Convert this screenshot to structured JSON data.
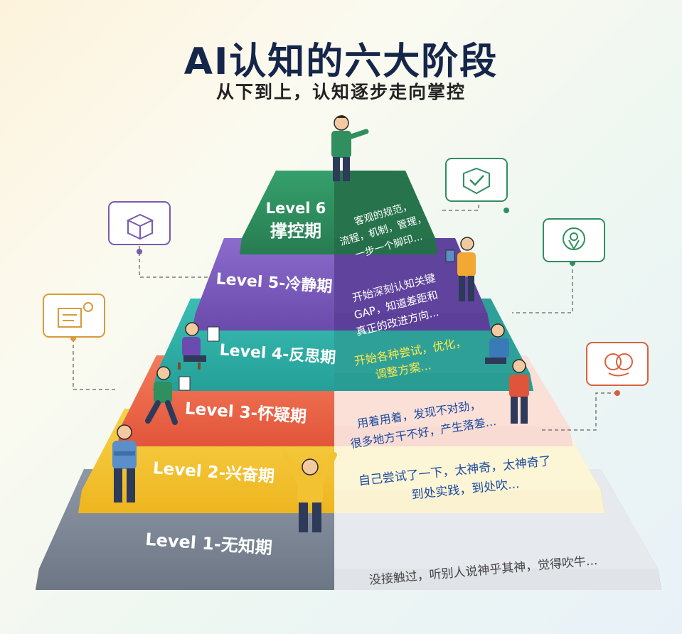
{
  "title": "AI认知的六大阶段",
  "subtitle": "从下到上，认知逐步走向掌控",
  "levels": [
    {
      "name": "Level 1-无知期",
      "desc_lines": [
        "没接触过，听别人说神乎其神，觉得吹牛..."
      ],
      "color": "#7f8a98"
    },
    {
      "name": "Level 2-兴奋期",
      "desc_lines": [
        "自己尝试了一下，太神奇，太神奇了",
        "到处实践，到处吹..."
      ],
      "color": "#f2c233"
    },
    {
      "name": "Level 3-怀疑期",
      "desc_lines": [
        "用着用着，发现不对劲，",
        "很多地方干不好，产生落差..."
      ],
      "color": "#ef6a4b"
    },
    {
      "name": "Level 4-反思期",
      "desc_lines": [
        "开始各种尝试，优化，",
        "调整方案..."
      ],
      "color": "#2fb0a8"
    },
    {
      "name": "Level 5-冷静期",
      "desc_lines": [
        "开始深刻认知关键",
        "GAP，知道差距和",
        "真正的改进方向..."
      ],
      "color": "#7b5bbd"
    },
    {
      "name_line1": "Level 6",
      "name_line2": "撑控期",
      "desc_lines": [
        "客观的规范，",
        "流程，机制，管理，",
        "一步一个脚印..."
      ],
      "color": "#2f8f5f"
    }
  ],
  "icons": [
    {
      "name": "box-icon",
      "color": "#7a5ab0"
    },
    {
      "name": "badge-check-icon",
      "color": "#2f8f5f"
    },
    {
      "name": "location-pin-icon",
      "color": "#2f8f5f"
    },
    {
      "name": "settings-box-icon",
      "color": "#d99a3a"
    },
    {
      "name": "brain-icon",
      "color": "#d9603d"
    }
  ]
}
